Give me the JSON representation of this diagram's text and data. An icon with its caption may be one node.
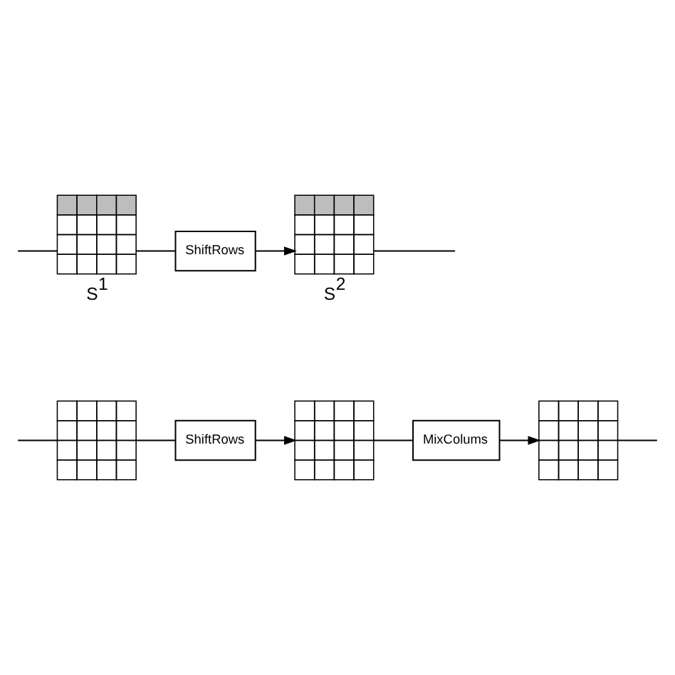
{
  "diagram": {
    "nodes": [
      {
        "text": [],
        "shape": "grid"
      },
      {
        "text": [
          "ShiftRows"
        ]
      },
      {
        "text": [],
        "shape": "grid"
      },
      {
        "text": [
          "MixColums"
        ]
      },
      {
        "text": [],
        "shape": "grid"
      },
      {
        "text": [],
        "shape": "grid",
        "beside": [
          "S$^{1}$"
        ]
      },
      {
        "text": [
          "ShiftRows"
        ]
      },
      {
        "text": [],
        "shape": "grid",
        "beside": [
          "S$^{2}$"
        ]
      }
    ],
    "edges": [
      {
        "from": null,
        "to": 0,
        "arrow": "none"
      },
      {
        "from": 0,
        "to": 1,
        "arrow": "none"
      },
      {
        "from": 1,
        "to": 2,
        "arrow": "to"
      },
      {
        "from": 2,
        "to": 3,
        "arrow": "none"
      },
      {
        "from": 3,
        "to": 4,
        "arrow": "to"
      },
      {
        "from": 4,
        "to": null,
        "arrow": "none"
      },
      {
        "from": null,
        "to": 5,
        "arrow": "none"
      },
      {
        "from": 5,
        "to": 6,
        "arrow": "none"
      },
      {
        "from": 6,
        "to": 7,
        "arrow": "to"
      },
      {
        "from": 7,
        "to": null,
        "arrow": "none"
      }
    ]
  }
}
